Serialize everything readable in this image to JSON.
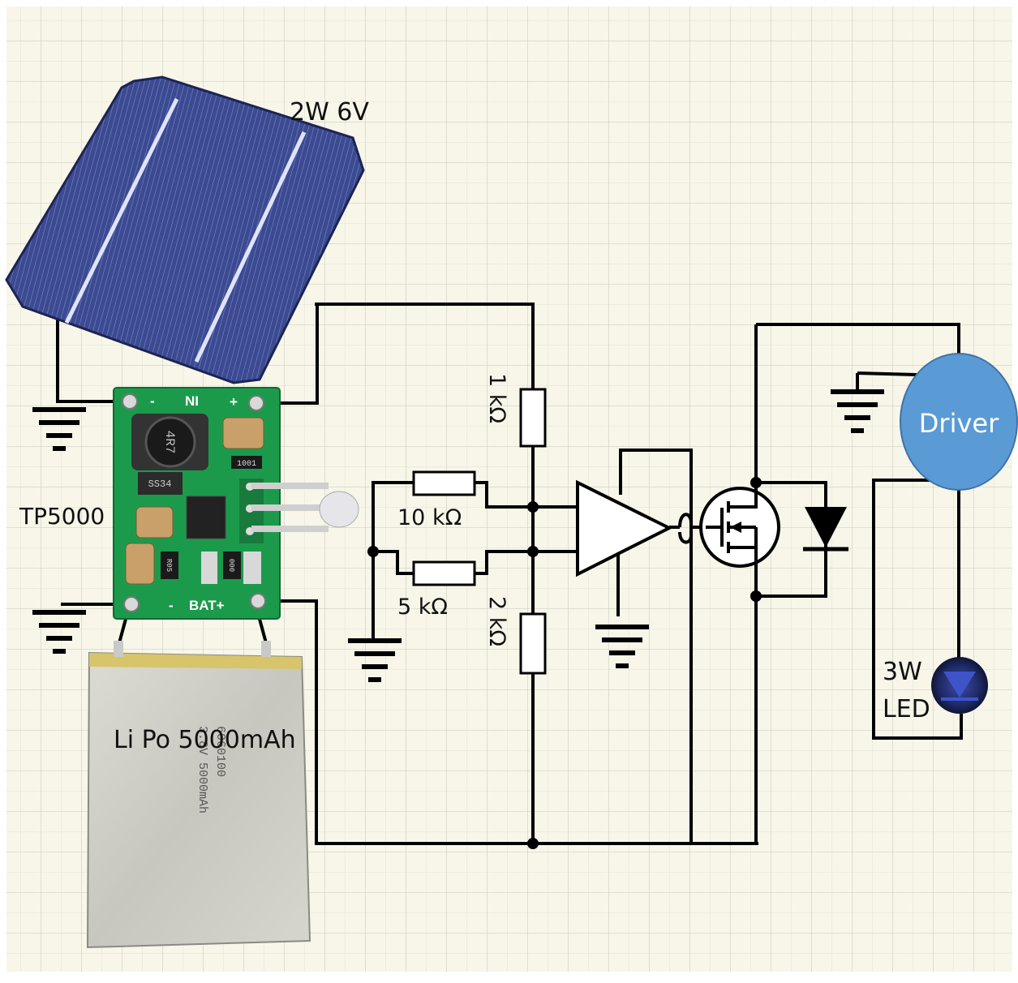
{
  "colors": {
    "background": "#f7f6e9",
    "grid": "#d8d8cf",
    "wire": "#000000",
    "solar_panel": "#3d4c93",
    "pcb": "#1c9a4c",
    "driver": "#5b9bd5",
    "led": "#1f2a66",
    "battery": "#cfcfc6"
  },
  "components": {
    "solar_panel": {
      "label": "2W 6V",
      "icon": "solar-panel"
    },
    "charger": {
      "label": "TP5000",
      "pcb_pins": {
        "in_minus": "-",
        "in_label": "NI",
        "in_plus": "+",
        "bat_minus": "-",
        "bat_label": "BAT+"
      },
      "chips": {
        "inductor": "4R7",
        "diode": "SS34",
        "resistor_a": "1001",
        "resistor_b": "R05",
        "resistor_c": "000"
      }
    },
    "battery": {
      "label": "Li Po 5000mAh",
      "print_a": "6060100",
      "print_b": "3.8V 5000mAh"
    },
    "resistors": {
      "r1": "1 kΩ",
      "r2": "10 kΩ",
      "r3": "5 kΩ",
      "r4": "2 kΩ"
    },
    "driver": {
      "label": "Driver"
    },
    "led": {
      "label_line1": "3W",
      "label_line2": "LED"
    }
  }
}
